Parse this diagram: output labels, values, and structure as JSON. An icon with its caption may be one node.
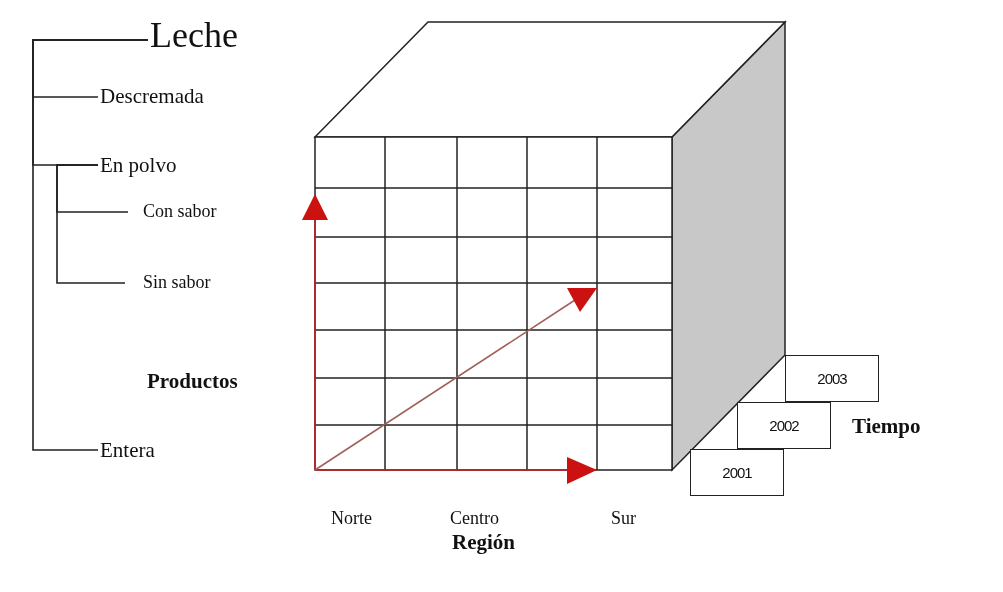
{
  "diagram": {
    "nodes": [
      {
        "text": [
          "Leche"
        ]
      },
      {
        "text": [
          "Descremada"
        ]
      },
      {
        "text": [
          "En polvo"
        ]
      },
      {
        "text": [
          "Con sabor"
        ]
      },
      {
        "text": [
          "Sin sabor"
        ]
      },
      {
        "text": [
          "Entera"
        ]
      },
      {
        "text": [
          "2001"
        ]
      },
      {
        "text": [
          "2002"
        ]
      },
      {
        "text": [
          "2003"
        ]
      }
    ],
    "edges": [
      {
        "from": 0,
        "to": 1,
        "arrow": "none"
      },
      {
        "from": 0,
        "to": 2,
        "arrow": "none"
      },
      {
        "from": 2,
        "to": 3,
        "arrow": "none"
      },
      {
        "from": 2,
        "to": 4,
        "arrow": "none"
      },
      {
        "from": 0,
        "to": 5,
        "arrow": "none"
      }
    ],
    "labels": [
      "Productos",
      "Tiempo",
      "Norte",
      "Centro",
      "Sur",
      "Región"
    ]
  }
}
